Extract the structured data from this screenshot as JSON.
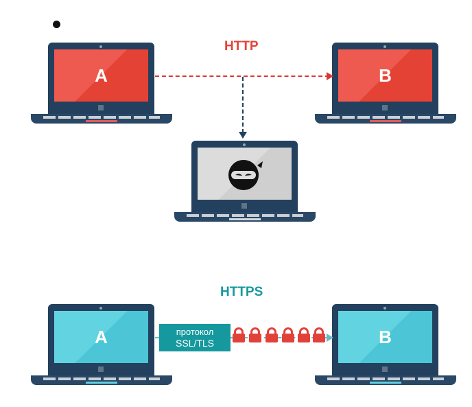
{
  "http": {
    "title": "HTTP",
    "laptop_a_label": "A",
    "laptop_b_label": "B",
    "eavesdropper_icon": "ninja-icon"
  },
  "https": {
    "title": "HTTPS",
    "laptop_a_label": "A",
    "laptop_b_label": "B",
    "protocol_box": {
      "line1": "протокол",
      "line2": "SSL/TLS"
    },
    "lock_count": 6
  },
  "colors": {
    "http": "#e54236",
    "https": "#16999e",
    "laptop_frame": "#23405e"
  }
}
